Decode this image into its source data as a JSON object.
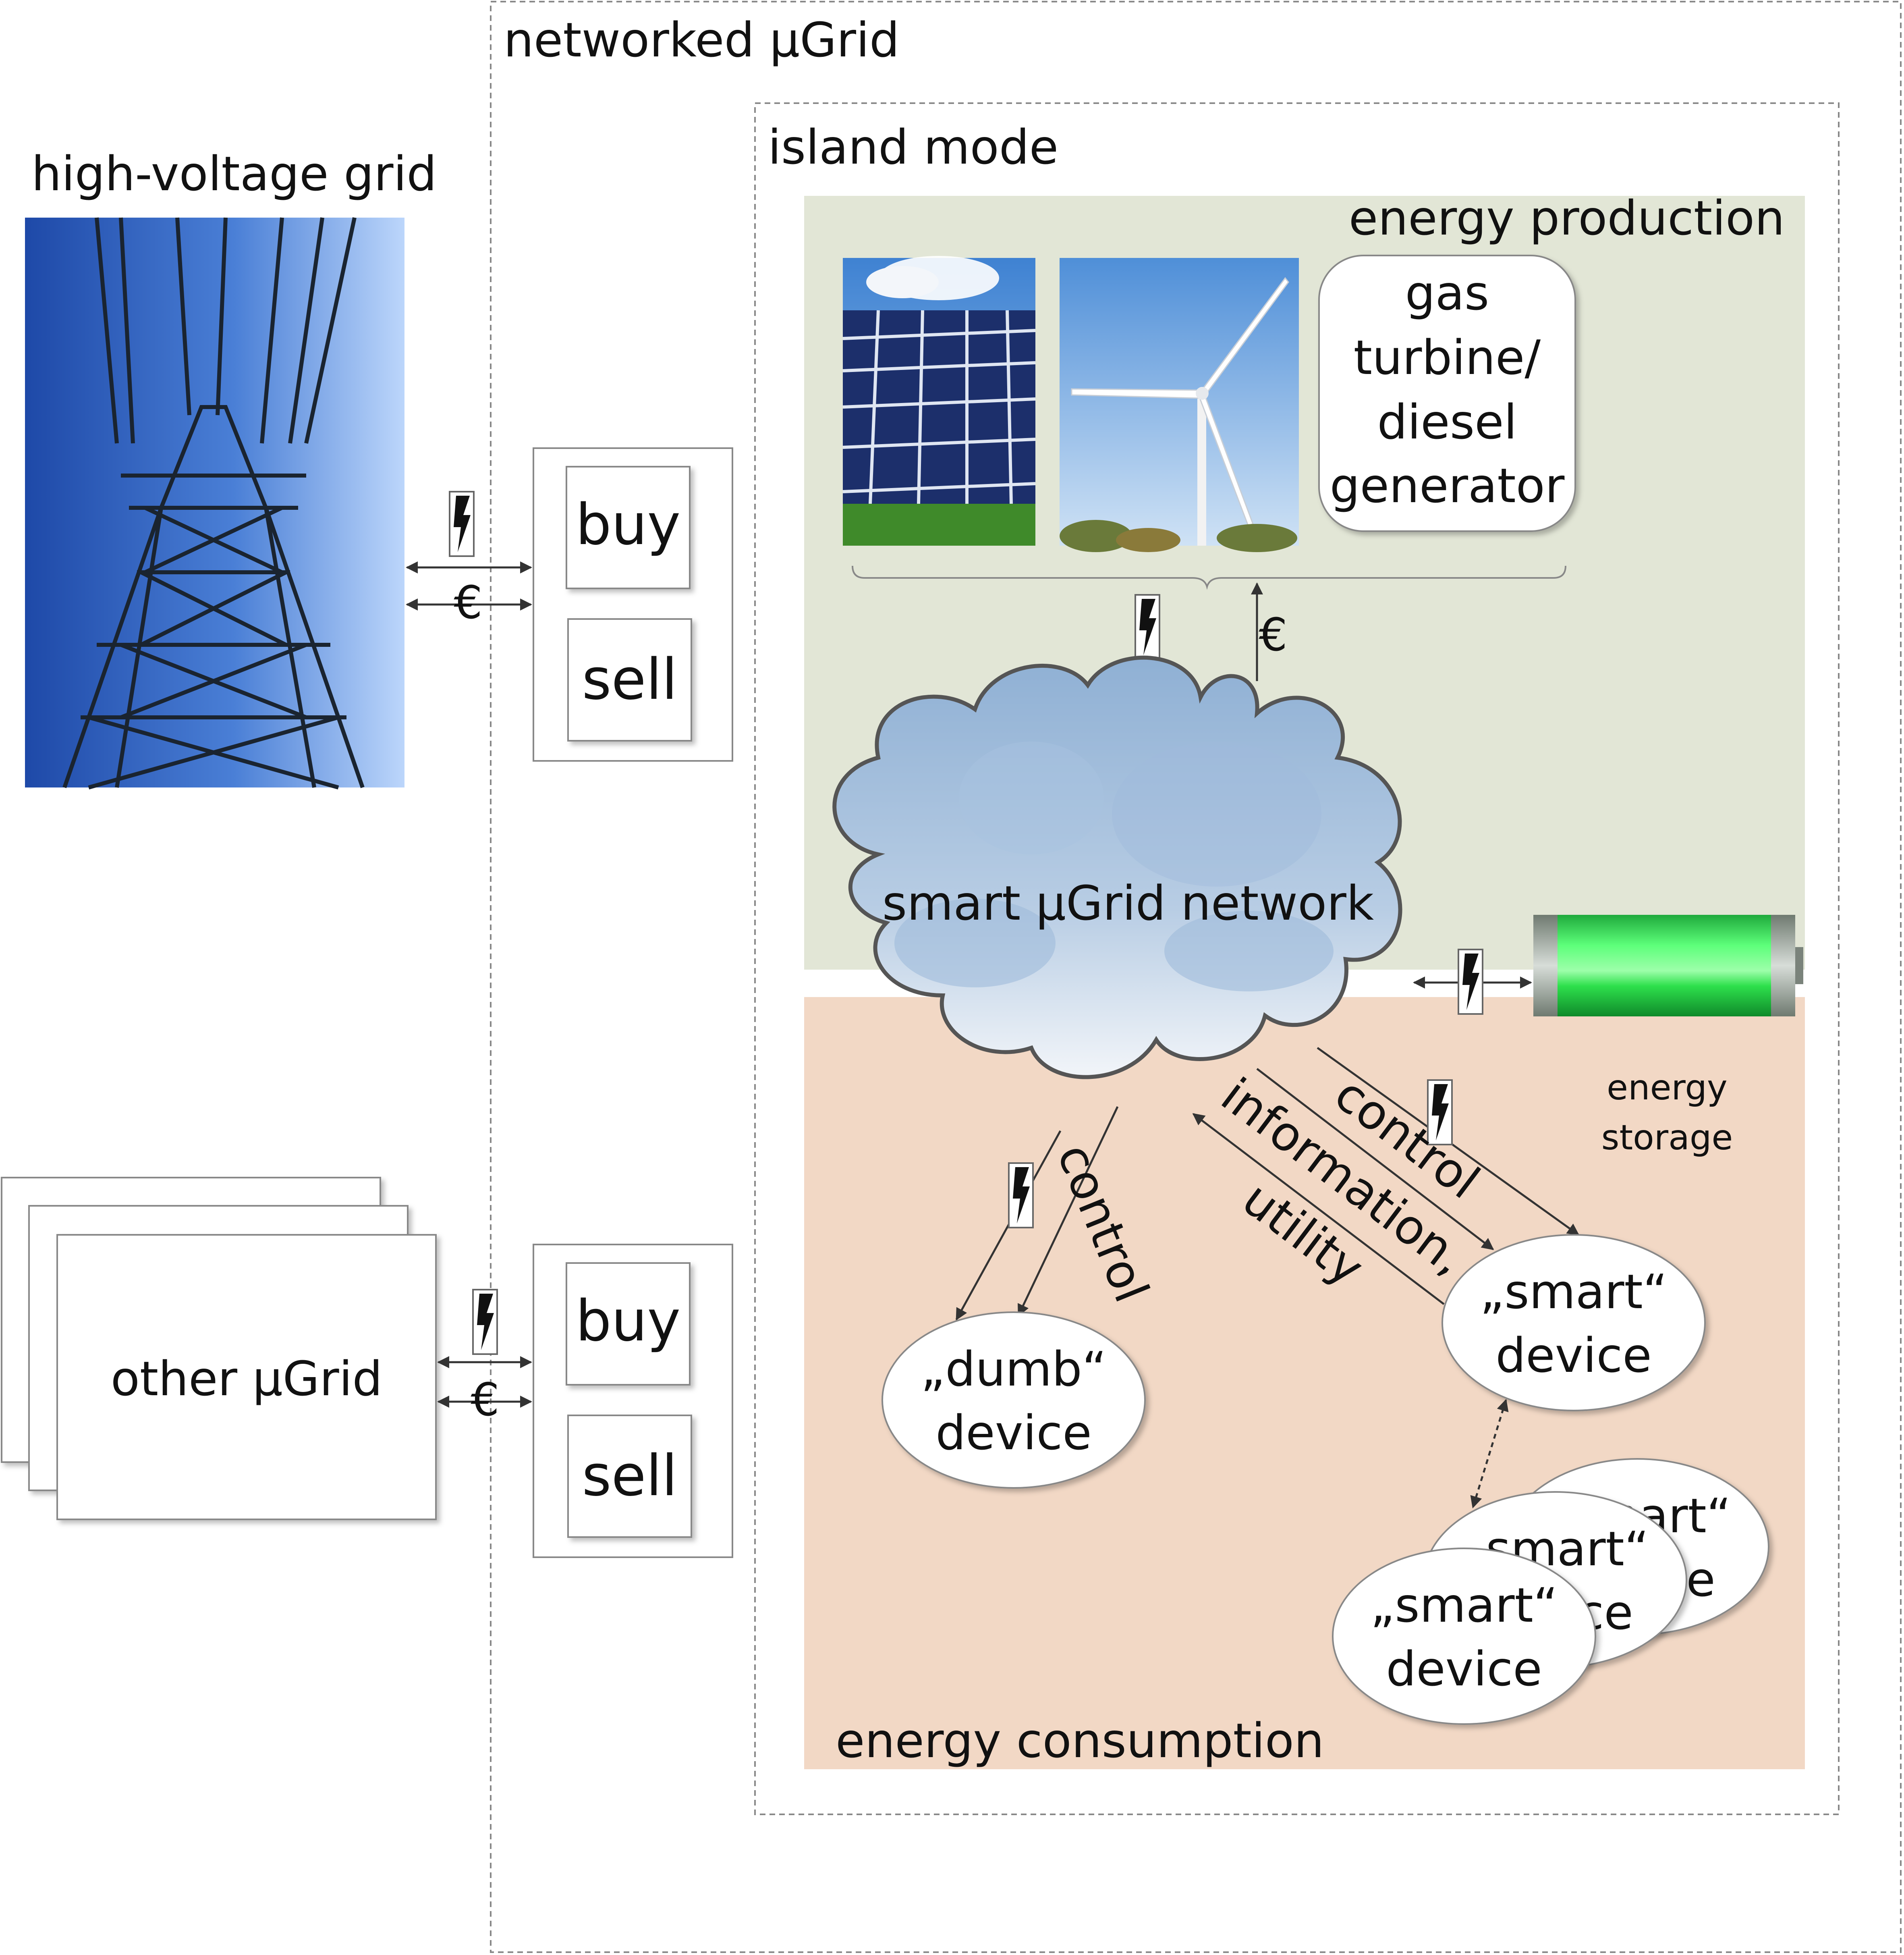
{
  "labels": {
    "networked_grid": "networked µGrid",
    "island_mode": "island mode",
    "high_voltage_grid": "high-voltage grid",
    "energy_production": "energy production",
    "energy_consumption": "energy consumption",
    "gas_turbine": [
      "gas",
      "turbine/",
      "diesel",
      "generator"
    ],
    "cloud": "smart µGrid network",
    "energy_storage": [
      "energy",
      "storage"
    ],
    "other_grid": "other µGrid",
    "buy": "buy",
    "sell": "sell",
    "euro": "€",
    "control": "control",
    "information_utility": [
      "information,",
      "utility"
    ],
    "dumb_device": [
      "„dumb“",
      "device"
    ],
    "smart_device": [
      "„smart“",
      "device"
    ]
  },
  "colors": {
    "production_bg": "#e2e6d6",
    "consumption_bg": "#f2d8c5",
    "cloud_light": "#eef2f7",
    "cloud_dark": "#8fb0d4",
    "battery_green": "#33ee55",
    "sky_blue": "#2f5fb8"
  },
  "icons": [
    "lightning-icon",
    "power-pylon-photo",
    "solar-panel-photo",
    "wind-turbine-photo",
    "battery-icon",
    "cloud-shape"
  ]
}
